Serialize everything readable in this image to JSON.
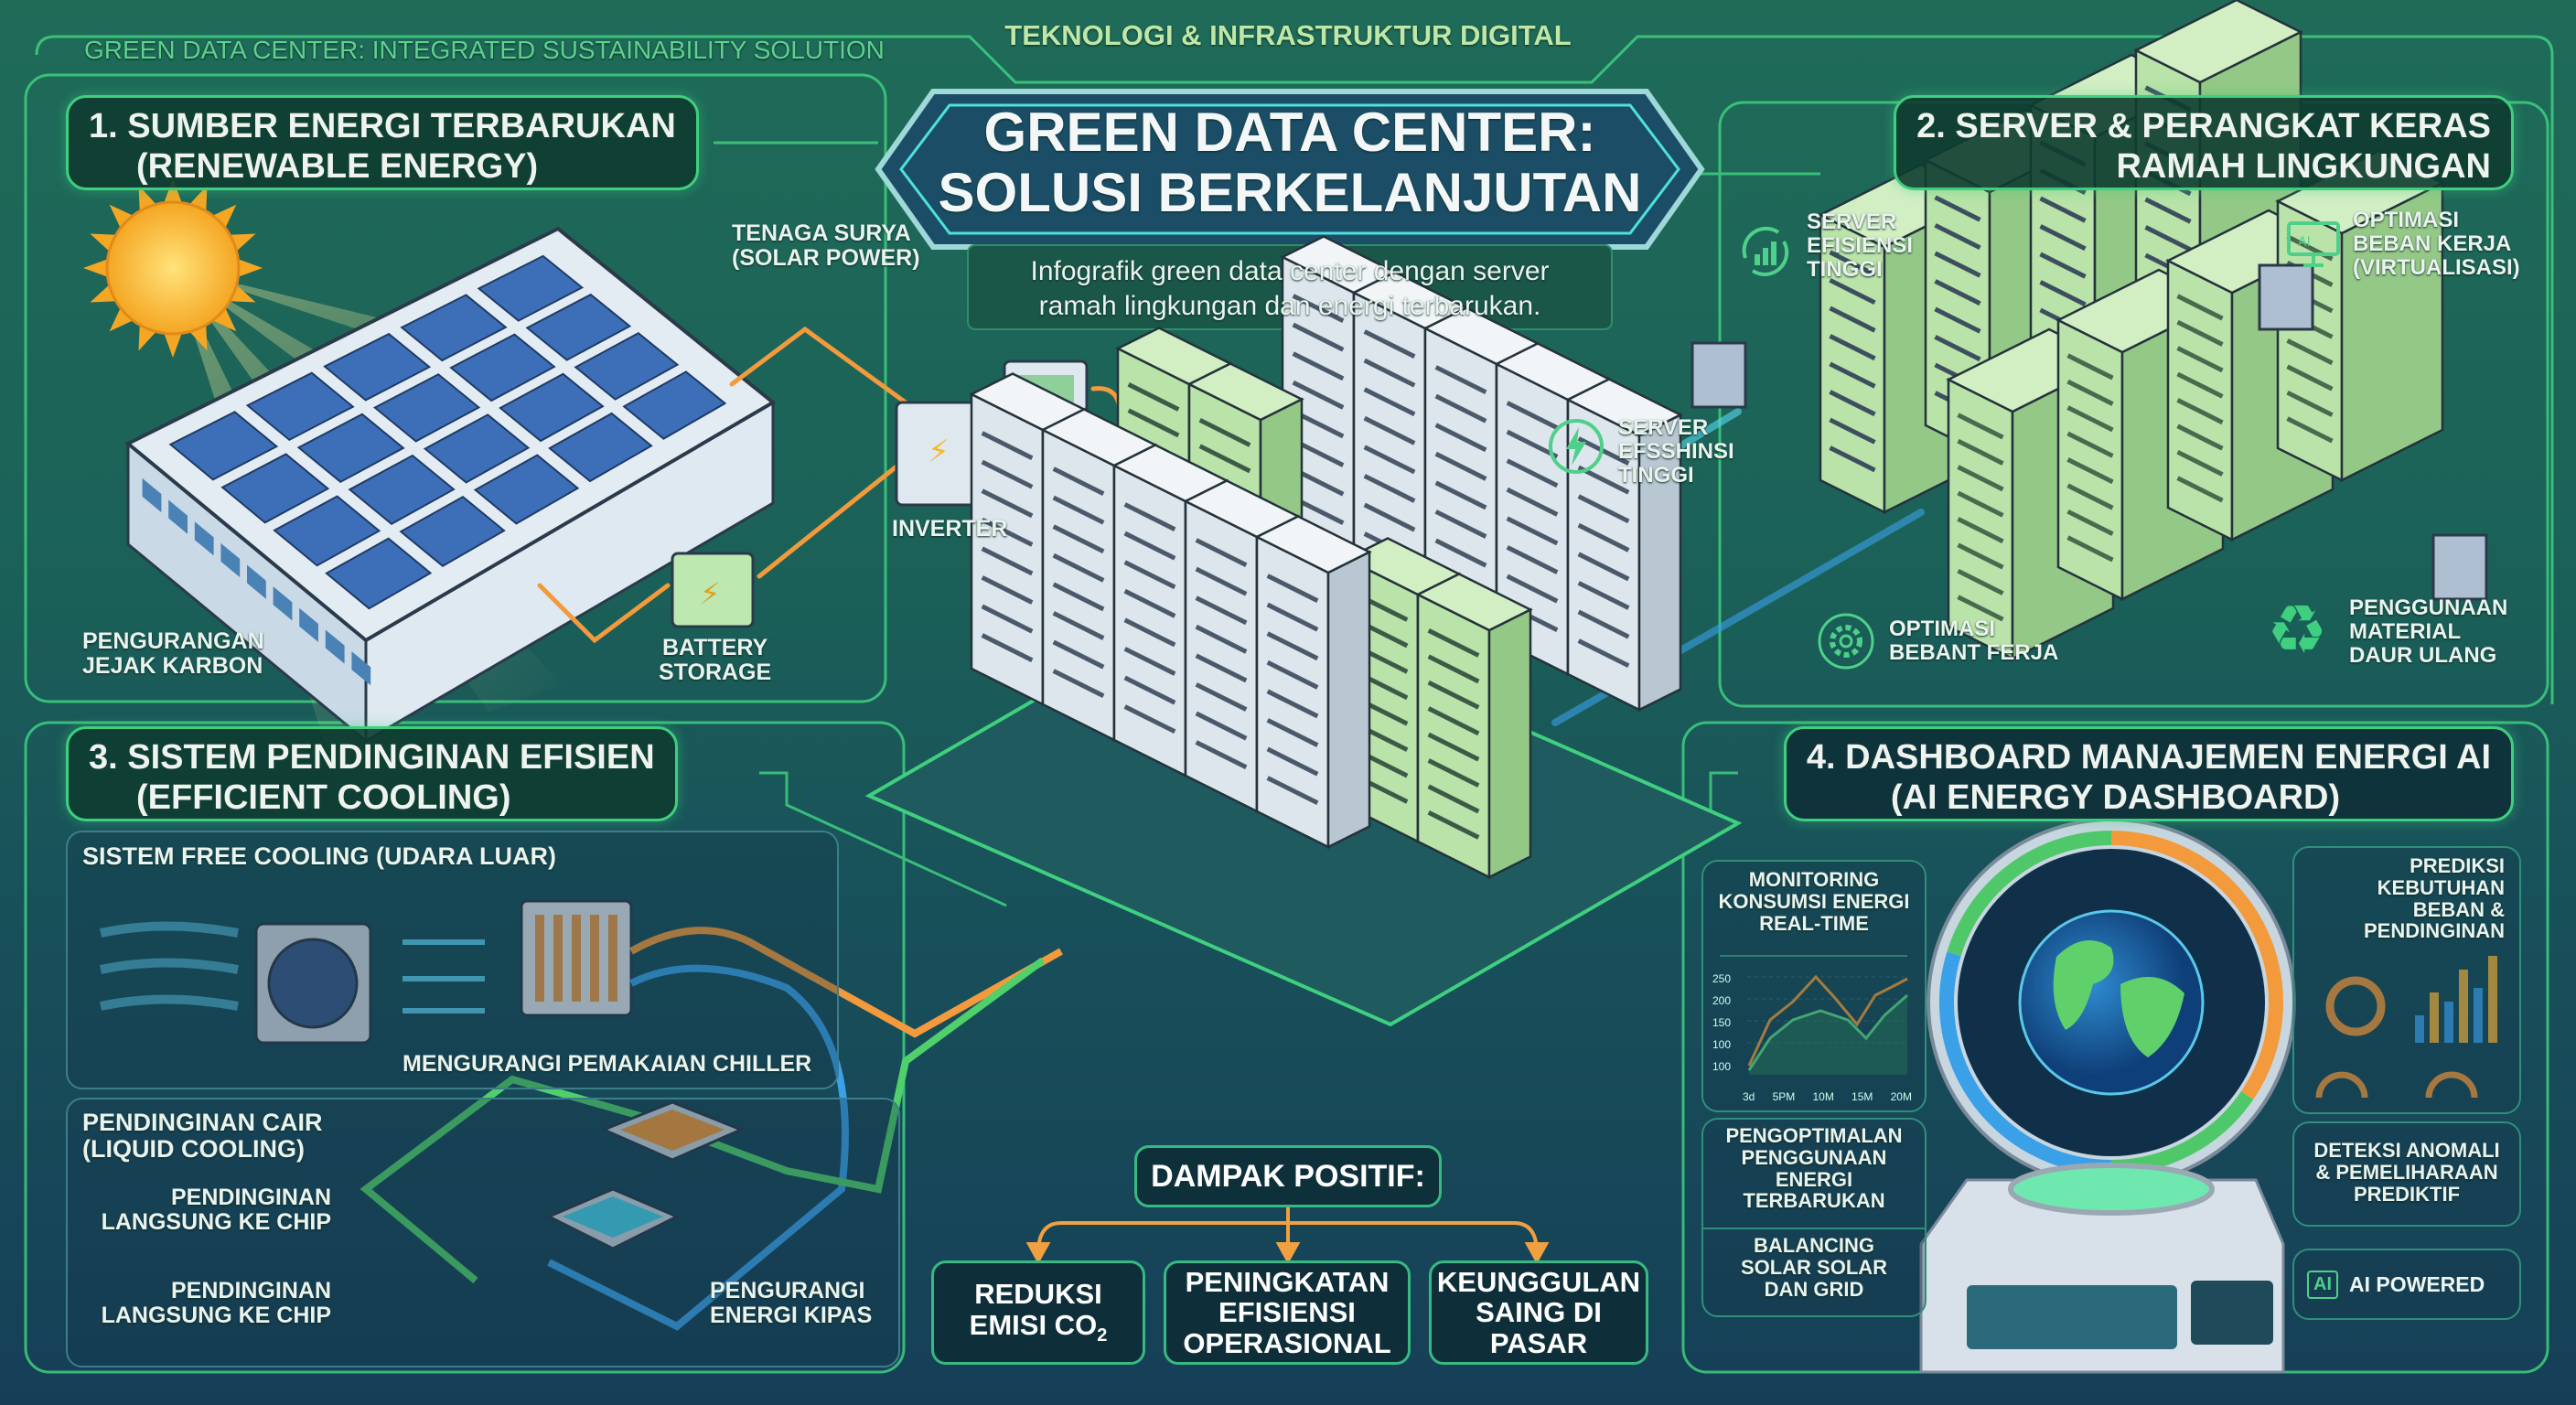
{
  "top_tagline": "GREEN DATA CENTER: INTEGRATED SUSTAINABILITY SOLUTION",
  "top_tab": "TEKNOLOGI & INFRASTRUKTUR DIGITAL",
  "title": {
    "line1": "GREEN DATA CENTER:",
    "line2": "SOLUSI BERKELANJUTAN"
  },
  "subtitle": {
    "line1": "Infografik green data center dengan server",
    "line2": "ramah lingkungan dan energi terbarukan."
  },
  "colors": {
    "accent_green": "#3fcf7f",
    "accent_orange": "#f39a3c",
    "accent_blue": "#3aa0e8",
    "server_green": "#b9e3a8"
  },
  "section1": {
    "header": {
      "line1": "1. SUMBER ENERGI TERBARUKAN",
      "line2": "(RENEWABLE ENERGY)"
    },
    "solar": {
      "line1": "TENAGA SURYA",
      "line2": "(SOLAR POWER)"
    },
    "carbon": {
      "line1": "PENGURANGAN",
      "line2": "JEJAK KARBON"
    },
    "battery": {
      "line1": "BATTERY",
      "line2": "STORAGE"
    },
    "inverter": "INVERTER"
  },
  "section2": {
    "header": {
      "line1": "2. SERVER & PERANGKAT KERAS",
      "line2": "RAMAH LINGKUNGAN"
    },
    "items": [
      {
        "icon": "growth-chart-icon",
        "lines": [
          "SERVER",
          "EFISIENSI",
          "TINGGI"
        ]
      },
      {
        "icon": "monitor-virtualization-icon",
        "lines": [
          "OPTIMASI",
          "BEBAN KERJA",
          "(VIRTUALISASI)"
        ]
      },
      {
        "icon": "bolt-icon",
        "lines": [
          "SERVER",
          "EFSSHINSI",
          "TINGGI"
        ]
      },
      {
        "icon": "gear-icon",
        "lines": [
          "OPTIMASI",
          "BEBANT FERJA"
        ]
      },
      {
        "icon": "recycle-icon",
        "lines": [
          "PENGGUNAAN",
          "MATERIAL",
          "DAUR ULANG"
        ]
      }
    ]
  },
  "section3": {
    "header": {
      "line1": "3. SISTEM PENDINGINAN EFISIEN",
      "line2": "(EFFICIENT COOLING)"
    },
    "free_cooling": "SISTEM FREE COOLING (UDARA LUAR)",
    "chiller": "MENGURANGI PEMAKAIAN CHILLER",
    "liquid": {
      "line1": "PENDINGINAN CAIR",
      "line2": "(LIQUID COOLING)"
    },
    "chip1": {
      "line1": "PENDINGINAN",
      "line2": "LANGSUNG KE CHIP"
    },
    "chip2": {
      "line1": "PENDINGINAN",
      "line2": "LANGSUNG KE CHIP"
    },
    "fan_energy": {
      "line1": "PENGURANGI",
      "line2": "ENERGI KIPAS"
    }
  },
  "section4": {
    "header": {
      "line1": "4. DASHBOARD MANAJEMEN ENERGI AI",
      "line2": "(AI ENERGY DASHBOARD)"
    },
    "monitoring": {
      "lines": [
        "MONITORING",
        "KONSUMSI ENERGI",
        "REAL-TIME"
      ],
      "y_ticks": [
        "250",
        "200",
        "150",
        "100",
        "100"
      ],
      "x_ticks": [
        "3d",
        "5PM",
        "10M",
        "15M",
        "20M"
      ]
    },
    "optimization": {
      "lines": [
        "PENGOPTIMALAN",
        "PENGGUNAAN",
        "ENERGI",
        "TERBARUKAN"
      ],
      "balancing": [
        "BALANCING",
        "SOLAR SOLAR",
        "DAN GRID"
      ]
    },
    "prediction": {
      "lines": [
        "PREDIKSI",
        "KEBUTUHAN",
        "BEBAN &",
        "PENDINGINAN"
      ]
    },
    "anomaly": {
      "lines": [
        "DETEKSI ANOMALI",
        "& PEMELIHARAAN",
        "PREDIKTIF"
      ]
    },
    "ai_badge": {
      "chip": "AI",
      "label": "AI POWERED"
    }
  },
  "impact": {
    "header": "DAMPAK POSITIF:",
    "items": [
      {
        "line1": "REDUKSI",
        "line2": "EMISI CO",
        "sub": "2"
      },
      {
        "line1": "PENINGKATAN",
        "line2": "EFISIENSI",
        "line3": "OPERASIONAL"
      },
      {
        "line1": "KEUNGGULAN",
        "line2": "SAING DI",
        "line3": "PASAR"
      }
    ]
  }
}
